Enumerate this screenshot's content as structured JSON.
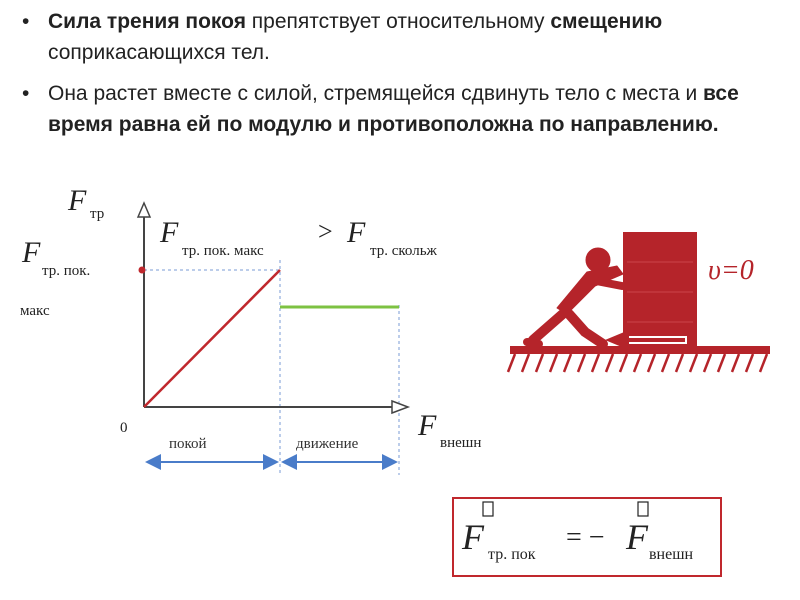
{
  "bullets": [
    {
      "bullet_char": "•",
      "parts": [
        {
          "text": "Сила трения покоя",
          "bold": true
        },
        {
          "text": " препятствует относительному ",
          "bold": false
        },
        {
          "text": "смещению",
          "bold": true
        },
        {
          "text": " соприкасающихся тел.",
          "bold": false
        }
      ]
    },
    {
      "bullet_char": "•",
      "parts": [
        {
          "text": "Она растет вместе с силой, стремящейся сдвинуть тело с места и ",
          "bold": false
        },
        {
          "text": "все время равна ей по модулю и противоположна по направлению.",
          "bold": true
        }
      ]
    }
  ],
  "graph": {
    "y_axis_symbol": "F",
    "y_axis_subscript": "тр",
    "y_max_label_symbol": "F",
    "y_max_label_subscript_line1": "тр. пок.",
    "y_max_label_subscript_line2": "макс",
    "comparison_left_symbol": "F",
    "comparison_left_subscript": "тр. пок. макс",
    "comparison_operator": ">",
    "comparison_right_symbol": "F",
    "comparison_right_subscript": "тр. скольж",
    "origin_label": "0",
    "x_axis_symbol": "F",
    "x_axis_subscript": "внешн",
    "region_rest_label": "покой",
    "region_motion_label": "движение",
    "colors": {
      "axes": "#444444",
      "rest_line": "#c0282d",
      "sliding_line": "#7dc242",
      "region_arrows": "#4a7cc9",
      "guide_lines": "#7a9bd6"
    }
  },
  "illustration": {
    "label": "υ=0",
    "colors": {
      "figure": "#b5242a",
      "ground": "#b5242a"
    }
  },
  "formula": {
    "left_symbol": "F",
    "left_subscript": "тр. пок",
    "equals": "= −",
    "right_symbol": "F",
    "right_subscript": "внешн",
    "border_color": "#c0282d"
  }
}
